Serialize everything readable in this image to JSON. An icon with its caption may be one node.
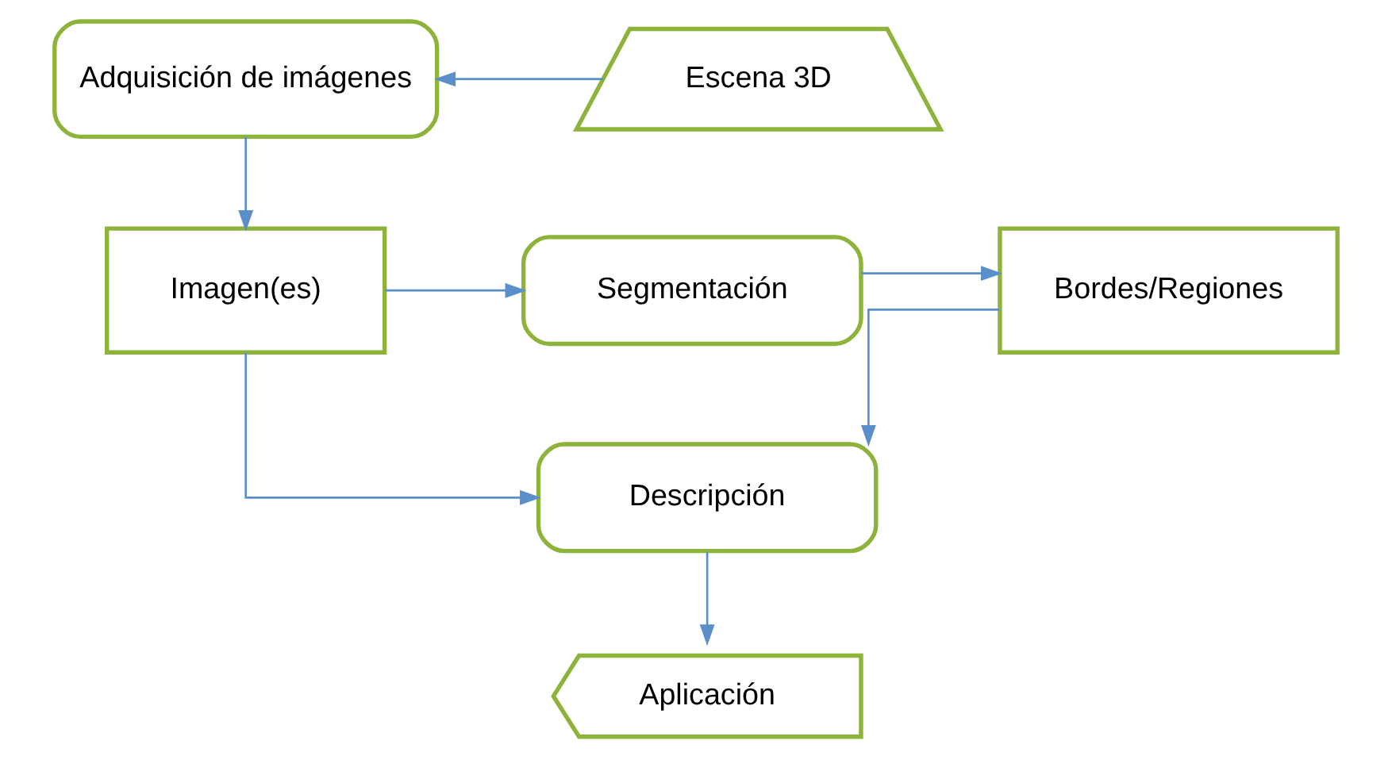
{
  "diagram": {
    "nodes": [
      {
        "text": [
          "Adquisición de imágenes"
        ]
      },
      {
        "text": [
          "Escena 3D"
        ]
      },
      {
        "text": [
          "Imagen(es)"
        ]
      },
      {
        "text": [
          "Segmentación"
        ]
      },
      {
        "text": [
          "Bordes/Regiones"
        ]
      },
      {
        "text": [
          "Descripción"
        ]
      },
      {
        "text": [
          "Aplicación"
        ]
      }
    ],
    "edges": [
      {
        "from": 1,
        "to": 0,
        "arrow": "to"
      },
      {
        "from": 0,
        "to": 2,
        "arrow": "to"
      },
      {
        "from": 2,
        "to": 3,
        "arrow": "to"
      },
      {
        "from": 3,
        "to": 4,
        "arrow": "to"
      },
      {
        "from": 2,
        "to": 5,
        "arrow": "to"
      },
      {
        "from": 4,
        "to": 5,
        "arrow": "to"
      },
      {
        "from": 5,
        "to": 6,
        "arrow": "to"
      }
    ]
  }
}
